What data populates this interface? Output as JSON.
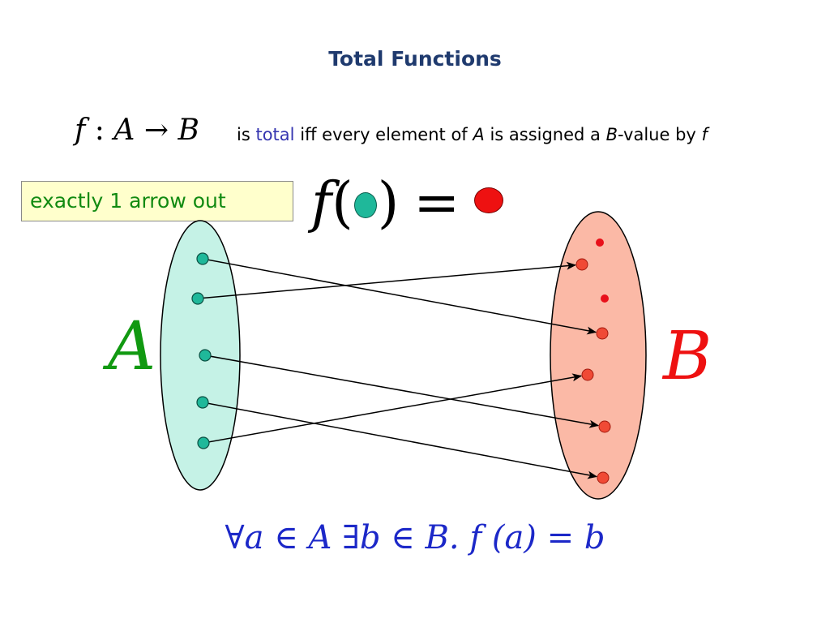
{
  "title": "Total Functions",
  "definition": {
    "math_f": "f",
    "math_colon": ":",
    "math_A": "A",
    "math_arrow": "→",
    "math_B": "B",
    "text_is": "is",
    "text_total": "total",
    "text_iff": "iff every element of",
    "text_A": "A",
    "text_assigned": "is assigned a",
    "text_B": "B",
    "text_value_by": "-value by",
    "text_f": "f"
  },
  "callout": "exactly 1 arrow out",
  "fx": {
    "f": "f",
    "open": "(",
    "close": ")",
    "equals": "="
  },
  "set_a_label": "A",
  "set_b_label": "B",
  "formula": "∀a ∈ A ∃b ∈ B. f (a) = b",
  "colors": {
    "title": "#1f3a6e",
    "set_a_fill": "#c5f2e6",
    "set_b_fill": "#fbb9a6",
    "point_a": "#1fb89a",
    "point_b": "#f04a35",
    "label_a": "#119911",
    "label_b": "#ee1111",
    "formula": "#1c28c8",
    "callout_fill": "#ffffcc",
    "callout_text": "#118a11"
  },
  "mapping": {
    "a_points": 5,
    "b_points": 7,
    "arrows": [
      [
        0,
        3
      ],
      [
        1,
        1
      ],
      [
        2,
        5
      ],
      [
        3,
        6
      ],
      [
        4,
        4
      ]
    ]
  }
}
